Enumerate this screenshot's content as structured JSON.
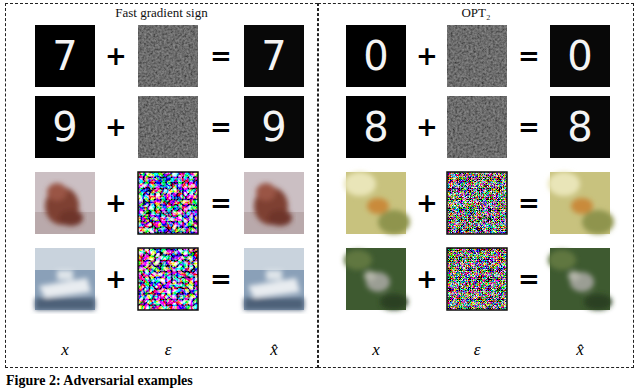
{
  "diagram": {
    "caption": "Figure 2: Adversarial examples",
    "nodes": [
      {
        "text": [
          "Fast gradient sign"
        ]
      },
      {
        "text": [
          "OPT₂"
        ]
      }
    ],
    "labels": [
      "7",
      "+",
      "=",
      "7",
      "0",
      "+",
      "=",
      "0",
      "9",
      "+",
      "=",
      "9",
      "8",
      "+",
      "=",
      "8",
      "+",
      "=",
      "+",
      "=",
      "+",
      "=",
      "+",
      "=",
      "x",
      "ε",
      "x̂",
      "x",
      "ε",
      "x̂"
    ]
  }
}
